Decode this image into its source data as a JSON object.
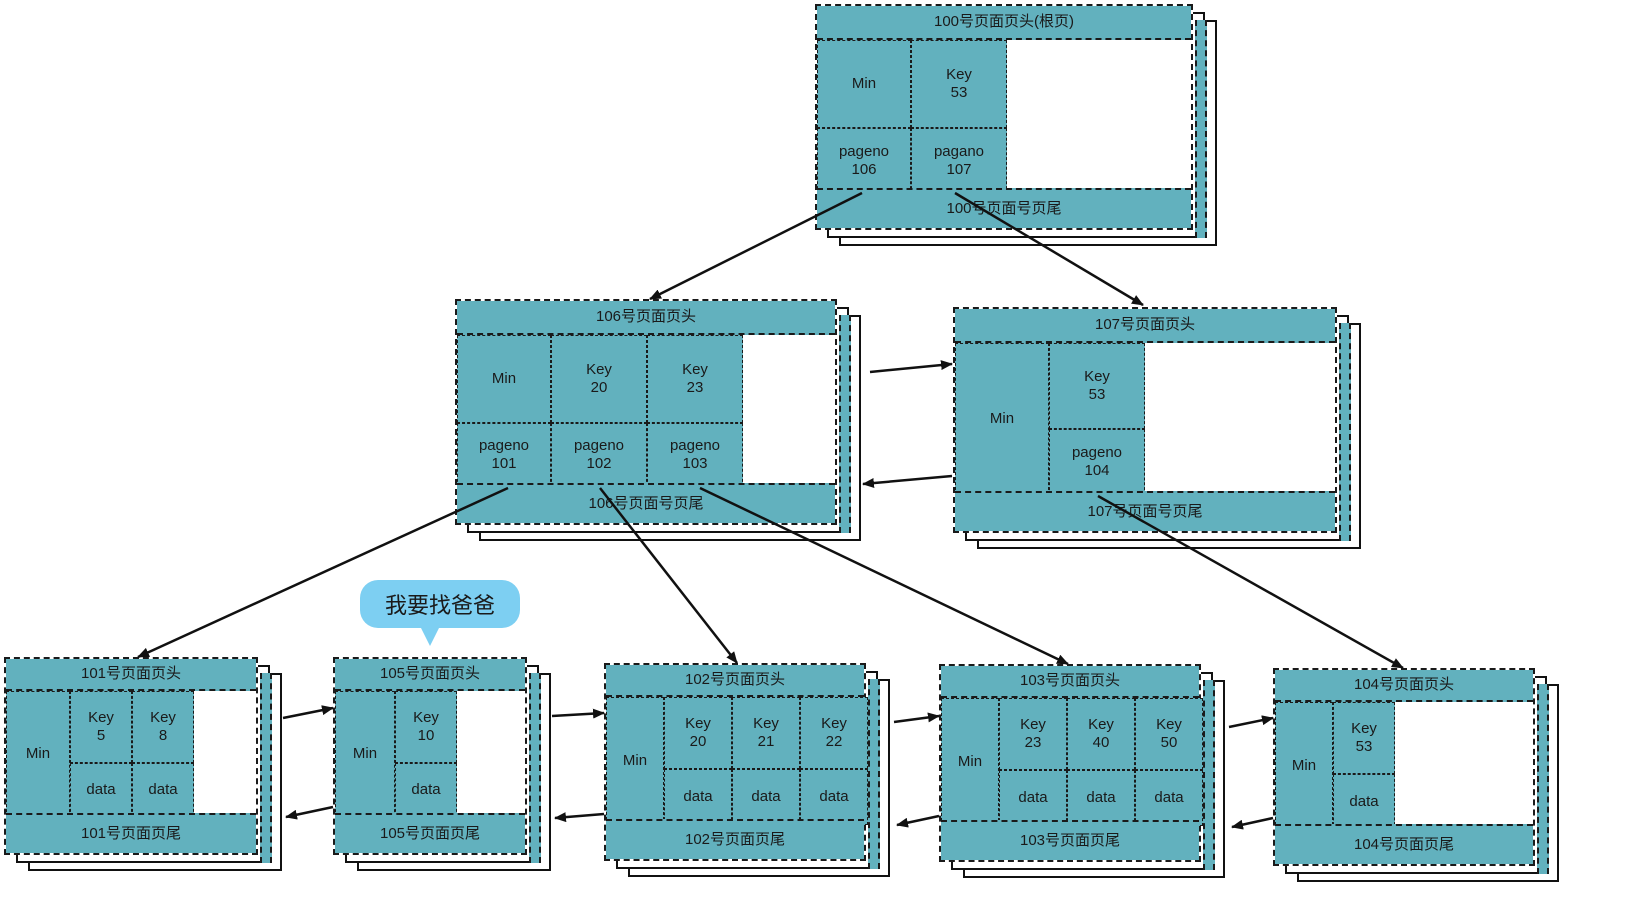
{
  "pages": [
    {
      "id": "p100",
      "header": "100号页面页头(根页)",
      "footer": "100号页面号页尾",
      "cells": [
        {
          "label": "Min",
          "tall": false
        },
        {
          "label": "Key\n53"
        },
        {
          "label": "pageno\n106",
          "row": 2,
          "col": 0
        },
        {
          "label": "pagano\n107",
          "row": 2,
          "col": 1
        }
      ],
      "layout": "grid2x2"
    },
    {
      "id": "p106",
      "header": "106号页面页头",
      "footer": "106号页面号页尾",
      "layout": "grid2x3"
    },
    {
      "id": "p107",
      "header": "107号页面页头",
      "footer": "107号页面号页尾",
      "layout": "minTall2"
    },
    {
      "id": "p101",
      "header": "101号页面页头",
      "footer": "101号页面页尾",
      "layout": "leaf2"
    },
    {
      "id": "p105",
      "header": "105号页面页头",
      "footer": "105号页面页尾",
      "layout": "leaf1"
    },
    {
      "id": "p102",
      "header": "102号页面页头",
      "footer": "102号页面页尾",
      "layout": "leaf3"
    },
    {
      "id": "p103",
      "header": "103号页面页头",
      "footer": "103号页面页尾",
      "layout": "leaf3"
    },
    {
      "id": "p104",
      "header": "104号页面页头",
      "footer": "104号页面页尾",
      "layout": "leaf1"
    }
  ],
  "cellText": {
    "p100": [
      "Min",
      "Key\n53",
      "pageno\n106",
      "pagano\n107"
    ],
    "p106": [
      "Min",
      "Key\n20",
      "Key\n23",
      "pageno\n101",
      "pageno\n102",
      "pageno\n103"
    ],
    "p107": [
      "Min",
      "Key\n53",
      "pageno\n104"
    ],
    "p101": [
      "Min",
      "Key\n5",
      "Key\n8",
      "data",
      "data"
    ],
    "p105": [
      "Min",
      "Key\n10",
      "data"
    ],
    "p102": [
      "Min",
      "Key\n20",
      "Key\n21",
      "Key\n22",
      "data",
      "data",
      "data"
    ],
    "p103": [
      "Min",
      "Key\n23",
      "Key\n40",
      "Key\n50",
      "data",
      "data",
      "data"
    ],
    "p104": [
      "Min",
      "Key\n53",
      "data"
    ]
  },
  "bubble": {
    "text": "我要找爸爸"
  },
  "colors": {
    "page_fill": "#62b1be",
    "bubble_fill": "#7dcff2",
    "line": "#111111"
  }
}
